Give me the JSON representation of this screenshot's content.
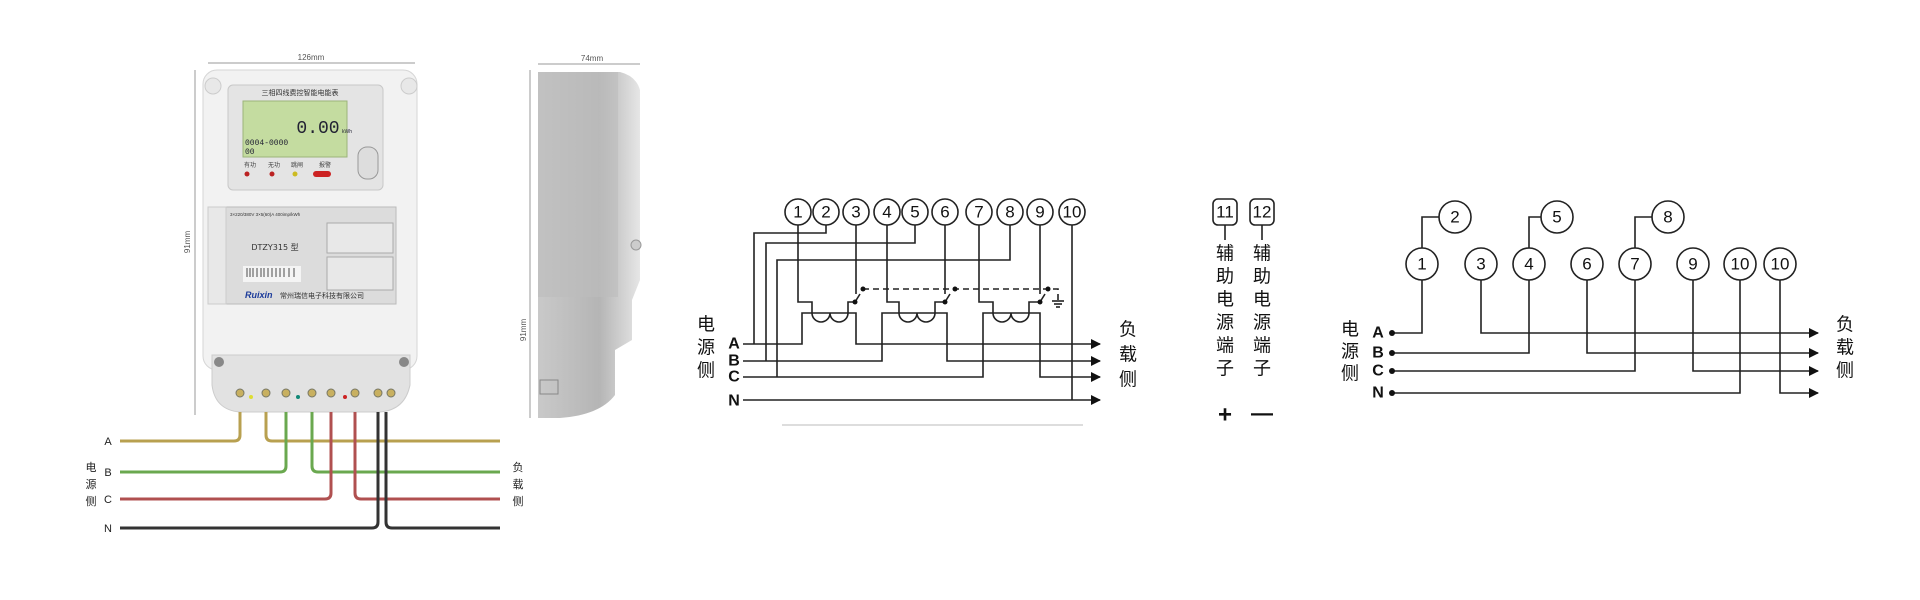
{
  "meter_photo": {
    "width_dim": "126mm",
    "height_dim": "91mm",
    "title": "三相四线费控智能电能表",
    "lcd_reading": "0.00",
    "lcd_unit": "kWh",
    "lcd_code": "0004-0000",
    "lcd_code2": "00",
    "indicators": [
      "有功",
      "无功",
      "跳闸",
      "报警"
    ],
    "rating": "3×220/380V  3×5(60)A  400imp/kWh",
    "model": "DTZY315 型",
    "brand": "Ruixin",
    "company": "常州瑞信电子科技有限公司",
    "wire_labels": [
      "A",
      "B",
      "C",
      "N"
    ],
    "source_side": [
      "电",
      "源",
      "侧"
    ],
    "load_side": [
      "负",
      "载",
      "侧"
    ]
  },
  "side_photo": {
    "depth_dim": "74mm",
    "height_dim": "91mm"
  },
  "wiring_diagram": {
    "terminals": [
      "1",
      "2",
      "3",
      "4",
      "5",
      "6",
      "7",
      "8",
      "9",
      "10"
    ],
    "phases": [
      "A",
      "B",
      "C",
      "N"
    ],
    "source_side": [
      "电",
      "源",
      "侧"
    ],
    "load_side": [
      "负",
      "载",
      "侧"
    ],
    "aux_terminals": [
      "11",
      "12"
    ],
    "aux_label": [
      "辅",
      "助",
      "电",
      "源",
      "端",
      "子"
    ],
    "aux_plus": "+",
    "aux_minus": "—"
  },
  "simple_diagram": {
    "top_terminals": [
      "2",
      "5",
      "8"
    ],
    "terminals": [
      "1",
      "3",
      "4",
      "6",
      "7",
      "9",
      "10",
      "10"
    ],
    "phases": [
      "A",
      "B",
      "C",
      "N"
    ],
    "source_side": [
      "电",
      "源",
      "侧"
    ],
    "load_side": [
      "负",
      "载",
      "侧"
    ]
  }
}
